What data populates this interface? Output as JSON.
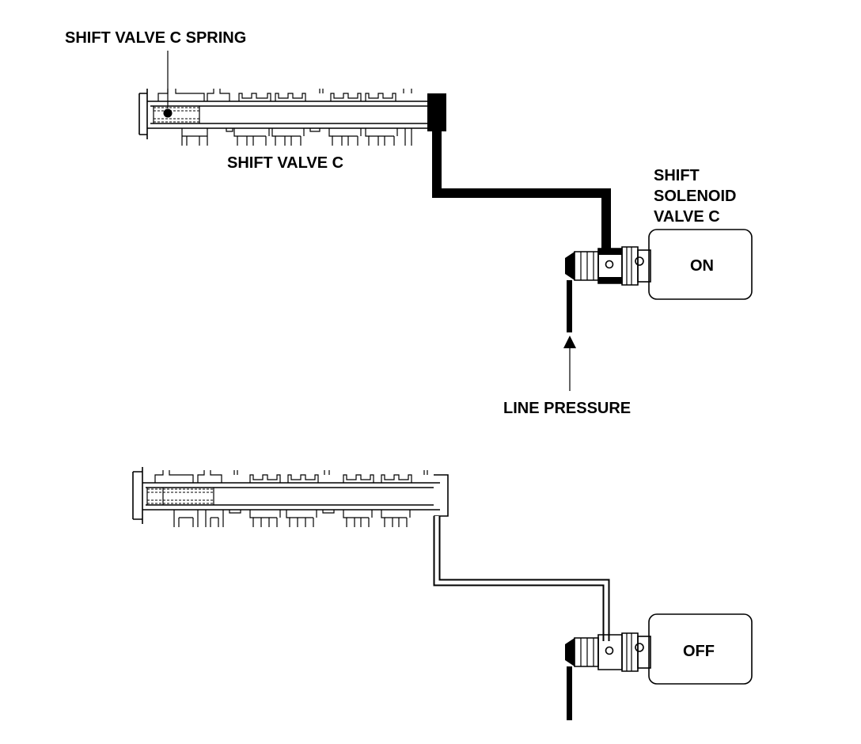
{
  "labels": {
    "spring": "SHIFT VALVE C SPRING",
    "valve": "SHIFT VALVE C",
    "solenoid_line1": "SHIFT",
    "solenoid_line2": "SOLENOID",
    "solenoid_line3": "VALVE C",
    "line_pressure": "LINE PRESSURE"
  },
  "states": {
    "top": "ON",
    "bottom": "OFF"
  },
  "colors": {
    "ink": "#000000",
    "background": "#ffffff"
  }
}
